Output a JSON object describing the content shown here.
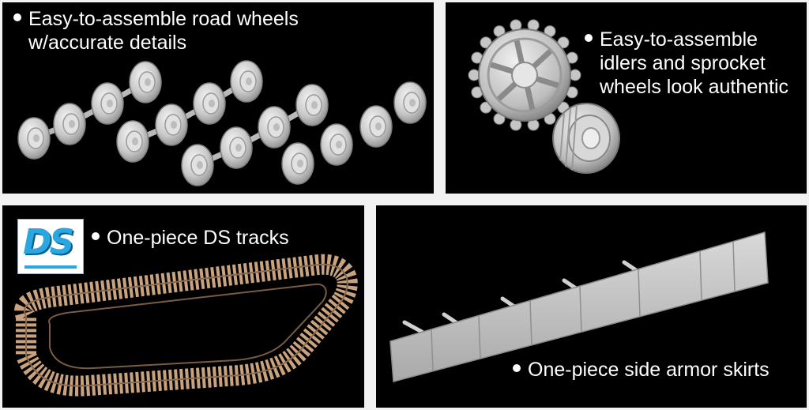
{
  "panels": {
    "road_wheels": {
      "line1": "Easy-to-assemble road wheels",
      "line2": "w/accurate details"
    },
    "idlers": {
      "line1": "Easy-to-assemble",
      "line2": "idlers and sprocket",
      "line3": "wheels look authentic"
    },
    "tracks": {
      "caption": "One-piece DS tracks",
      "logo": "DS"
    },
    "skirts": {
      "caption": "One-piece side armor skirts"
    }
  },
  "colors": {
    "panel_bg": "#000000",
    "frame_bg": "#f2f2f2",
    "part_gray": "#c8c8c8",
    "track_tan": "#c9a27e",
    "logo_blue": "#2aa6e0"
  },
  "icons": [
    "bullet-icon",
    "ds-logo"
  ]
}
